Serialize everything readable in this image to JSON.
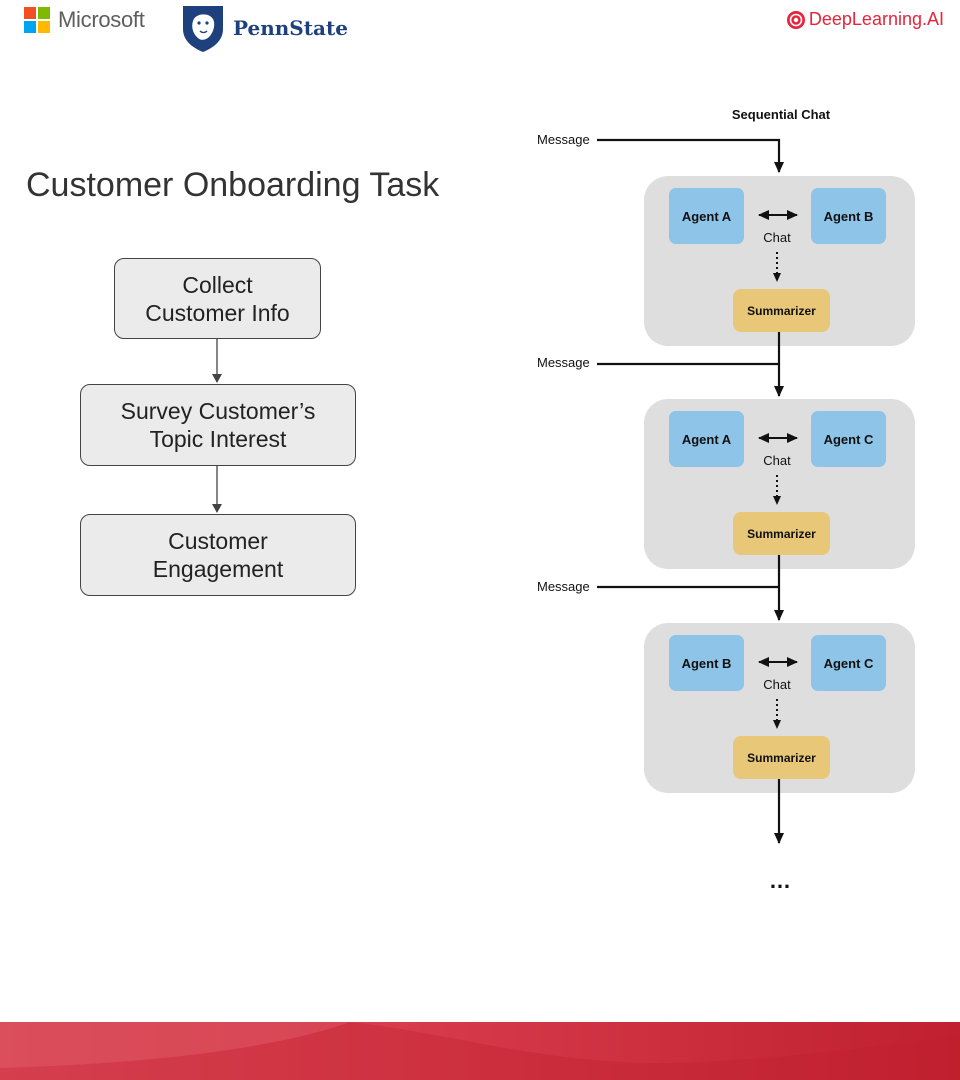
{
  "logos": {
    "microsoft": "Microsoft",
    "pennstate": "PennState",
    "deeplearning": "DeepLearning.AI"
  },
  "title": "Customer Onboarding Task",
  "flow": {
    "steps": [
      {
        "lines": [
          "Collect",
          "Customer Info"
        ]
      },
      {
        "lines": [
          "Survey Customer’s",
          "Topic Interest"
        ]
      },
      {
        "lines": [
          "Customer",
          "Engagement"
        ]
      }
    ]
  },
  "diagram": {
    "title": "Sequential Chat",
    "message_label": "Message",
    "chat_label": "Chat",
    "summarizer_label": "Summarizer",
    "ellipsis": "…",
    "groups": [
      {
        "left": "Agent A",
        "right": "Agent B"
      },
      {
        "left": "Agent A",
        "right": "Agent C"
      },
      {
        "left": "Agent B",
        "right": "Agent C"
      }
    ]
  },
  "colors": {
    "agent_fill": "#8ec4e8",
    "summarizer_fill": "#e8c878",
    "group_fill": "#dedede",
    "footer_red": "#c0202f",
    "footer_pink": "#e0505e"
  }
}
